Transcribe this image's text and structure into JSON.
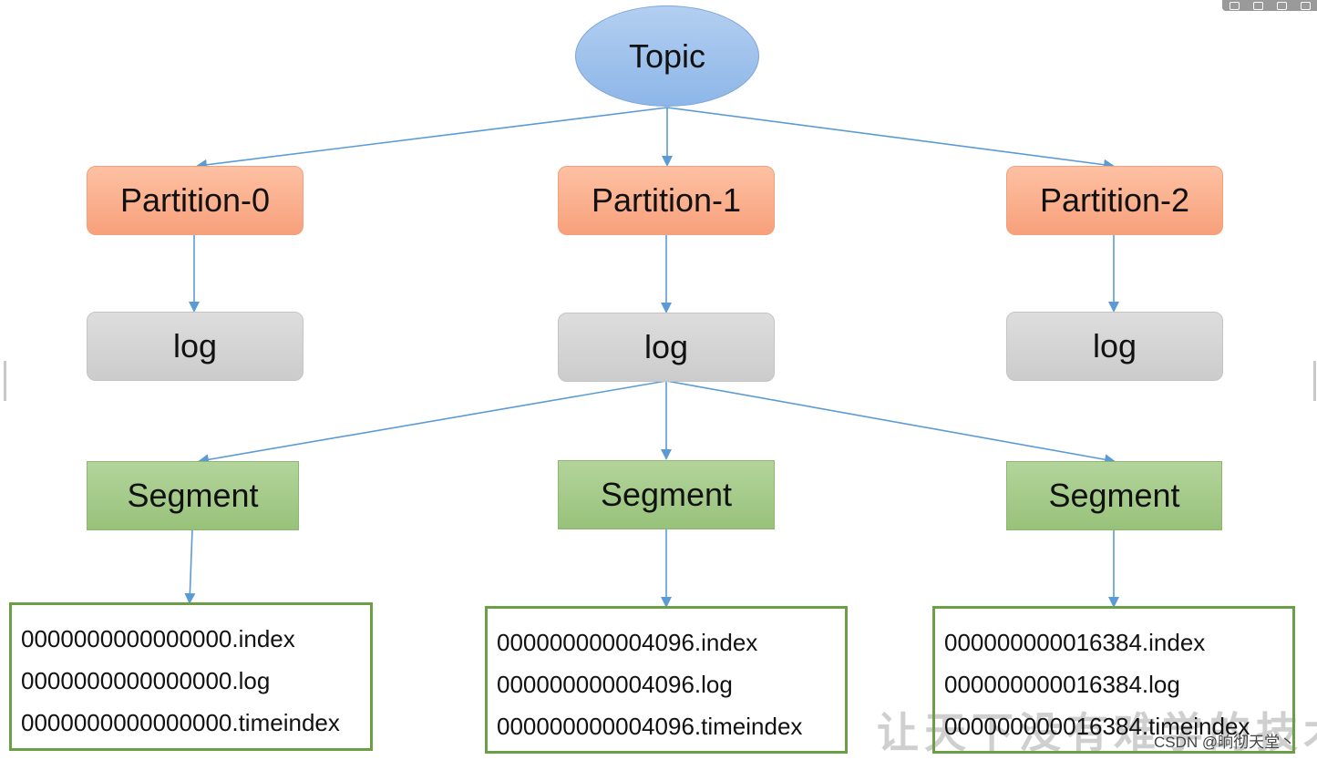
{
  "topic": {
    "label": "Topic"
  },
  "partitions": [
    {
      "label": "Partition-0",
      "log": "log"
    },
    {
      "label": "Partition-1",
      "log": "log"
    },
    {
      "label": "Partition-2",
      "log": "log"
    }
  ],
  "segments": [
    {
      "label": "Segment",
      "files": [
        "0000000000000000.index",
        "0000000000000000.log",
        "0000000000000000.timeindex"
      ]
    },
    {
      "label": "Segment",
      "files": [
        "000000000004096.index",
        "000000000004096.log",
        "000000000004096.timeindex"
      ]
    },
    {
      "label": "Segment",
      "files": [
        "000000000016384.index",
        "000000000016384.log",
        "000000000016384.timeindex"
      ]
    }
  ],
  "watermark": "让天下没有难学的技术",
  "credit": "CSDN @晌彻天堂丶",
  "colors": {
    "topic": "#9dc0ec",
    "partition": "#f9ad8a",
    "log": "#d4d4d4",
    "segment": "#a5ca89",
    "file_border": "#6a9f46",
    "arrow": "#5b9bd5"
  }
}
